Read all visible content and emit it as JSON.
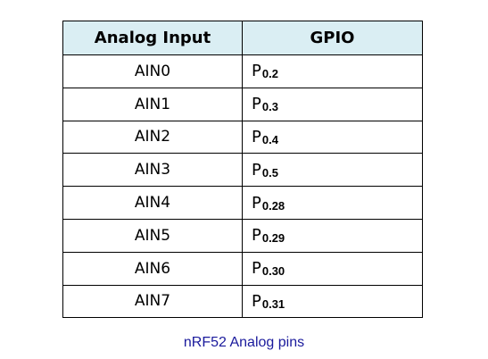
{
  "table": {
    "headers": [
      "Analog Input",
      "GPIO"
    ],
    "rows": [
      {
        "analog": "AIN0",
        "gpio_prefix": "P",
        "gpio_sub": "0.2"
      },
      {
        "analog": "AIN1",
        "gpio_prefix": "P",
        "gpio_sub": "0.3"
      },
      {
        "analog": "AIN2",
        "gpio_prefix": "P",
        "gpio_sub": "0.4"
      },
      {
        "analog": "AIN3",
        "gpio_prefix": "P",
        "gpio_sub": "0.5"
      },
      {
        "analog": "AIN4",
        "gpio_prefix": "P",
        "gpio_sub": "0.28"
      },
      {
        "analog": "AIN5",
        "gpio_prefix": "P",
        "gpio_sub": "0.29"
      },
      {
        "analog": "AIN6",
        "gpio_prefix": "P",
        "gpio_sub": "0.30"
      },
      {
        "analog": "AIN7",
        "gpio_prefix": "P",
        "gpio_sub": "0.31"
      }
    ]
  },
  "caption": "nRF52 Analog pins",
  "colors": {
    "header_background": "#daeef3",
    "caption_text": "#1a1a9c",
    "border": "#000000"
  }
}
